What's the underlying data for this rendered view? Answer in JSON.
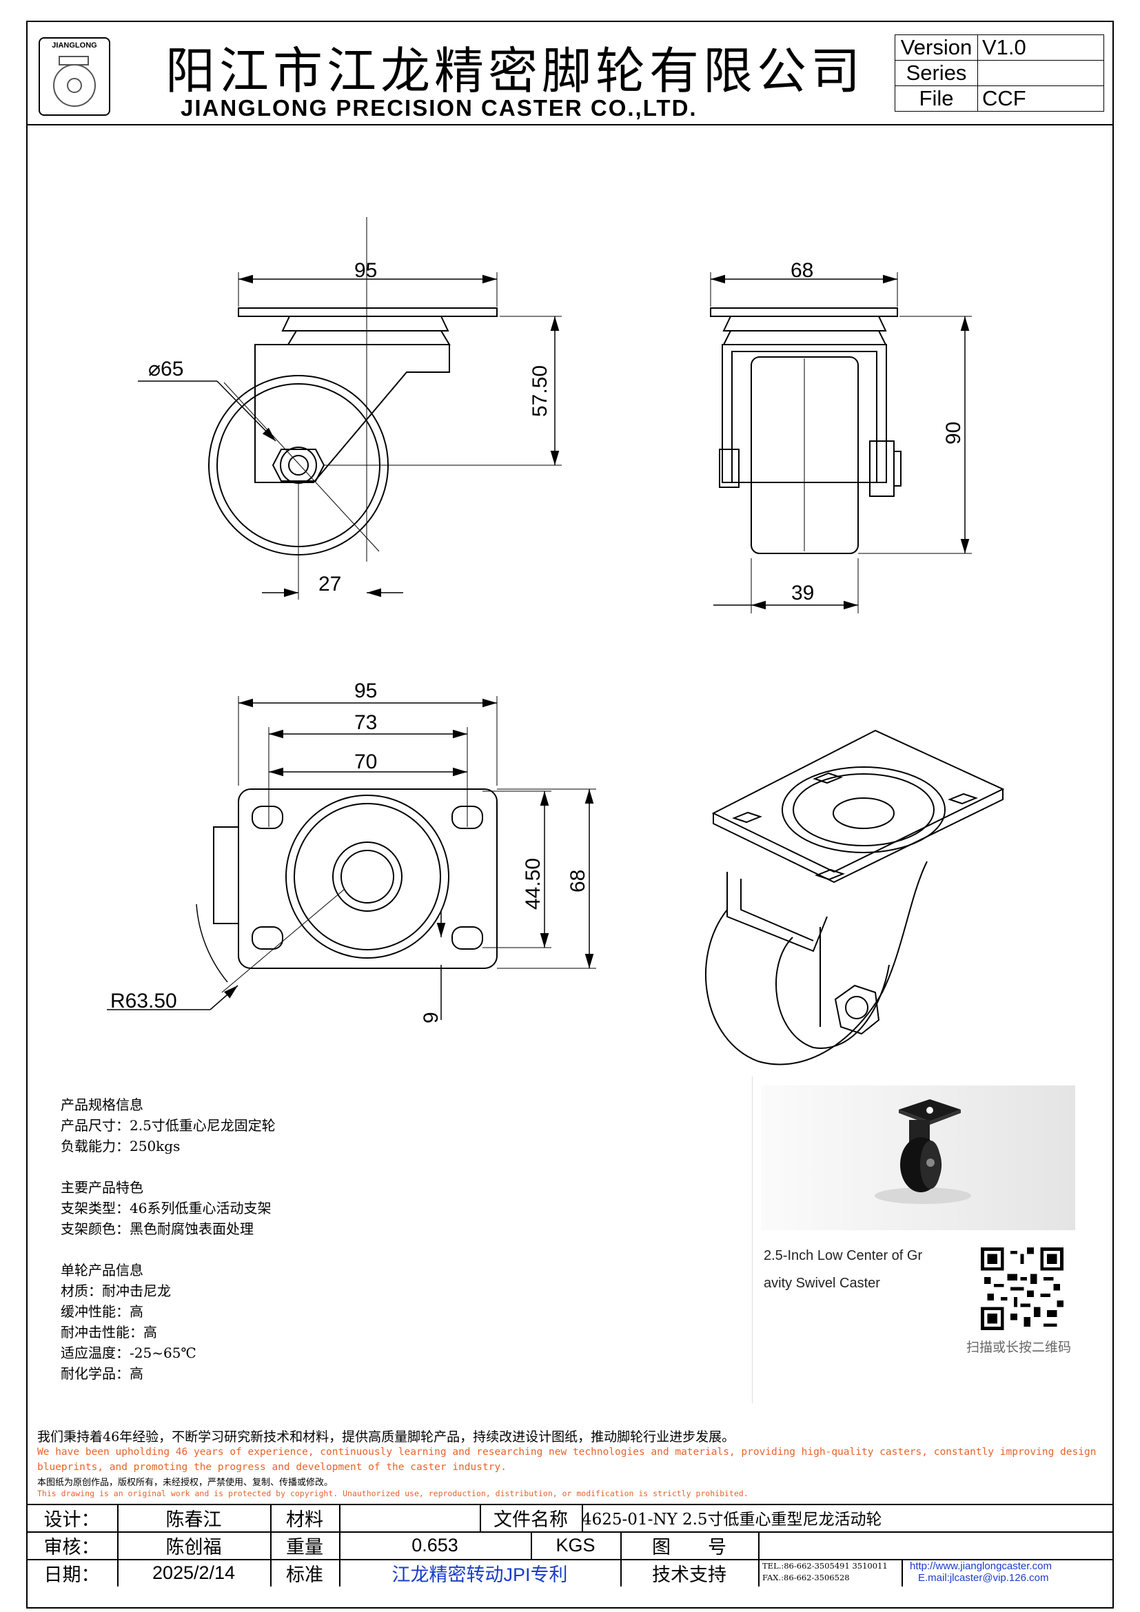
{
  "header": {
    "company_cn": "阳江市江龙精密脚轮有限公司",
    "company_en": "JIANGLONG PRECISION CASTER CO.,LTD.",
    "logo_text": "JIANGLONG",
    "version_label": "Version",
    "version_value": "V1.0",
    "series_label": "Series",
    "series_value": "",
    "file_label": "File",
    "file_value": "CCF"
  },
  "dimensions": {
    "side_width": "95",
    "side_height": "57.50",
    "wheel_dia": "⌀65",
    "offset": "27",
    "front_width": "68",
    "front_height": "90",
    "wheel_width": "39",
    "top_plate": "95",
    "top_bolt1": "73",
    "top_bolt2": "70",
    "top_bolt_v": "44.50",
    "top_plate_v": "68",
    "swivel_radius": "R63.50",
    "hole": "9"
  },
  "specs": {
    "spec_title": "产品规格信息",
    "size": "产品尺寸：2.5寸低重心尼龙固定轮",
    "load": "负载能力：250kgs",
    "feature_title": "主要产品特色",
    "bracket_type": "支架类型：46系列低重心活动支架",
    "bracket_color": "支架颜色：黑色耐腐蚀表面处理",
    "wheel_title": "单轮产品信息",
    "material": "材质：耐冲击尼龙",
    "cushion": "缓冲性能：高",
    "impact": "耐冲击性能：高",
    "temp": "适应温度：-25~65℃",
    "chem": "耐化学品：高"
  },
  "card": {
    "caption": "2.5-Inch Low Center of Gravity Swivel Caster",
    "qr_label": "扫描或长按二维码"
  },
  "footer": {
    "cn": "我们秉持着46年经验，不断学习研究新技术和材料，提供高质量脚轮产品，持续改进设计图纸，推动脚轮行业进步发展。",
    "en": "We have been upholding 46 years of experience, continuously learning and researching new technologies and materials, providing high-quality casters, constantly improving design blueprints, and promoting the progress and development of the caster industry.",
    "cn2": "本图纸为原创作品，版权所有，未经授权，严禁使用、复制、传播或修改。",
    "en2": "This drawing is an original work and is protected by copyright. Unauthorized use, reproduction, distribution, or modification is strictly prohibited."
  },
  "titleblock": {
    "design_label": "设计：",
    "design_value": "陈春江",
    "material_label": "材料",
    "material_value": "",
    "filename_label": "文件名称",
    "filename_value": "4625-01-NY 2.5寸低重心重型尼龙活动轮",
    "review_label": "审核：",
    "review_value": "陈创福",
    "weight_label": "重量",
    "weight_value": "0.653",
    "weight_unit": "KGS",
    "drawing_no_label": "图　　号",
    "drawing_no_value": "",
    "date_label": "日期：",
    "date_value": "2025/2/14",
    "standard_label": "标准",
    "standard_value": "江龙精密转动JPI专利",
    "support_label": "技术支持",
    "tel": "TEL.:86-662-3505491 3510011",
    "fax": "FAX.:86-662-3506528",
    "web": "http://www.jianglongcaster.com",
    "email": "E.mail:jlcaster@vip.126.com"
  }
}
